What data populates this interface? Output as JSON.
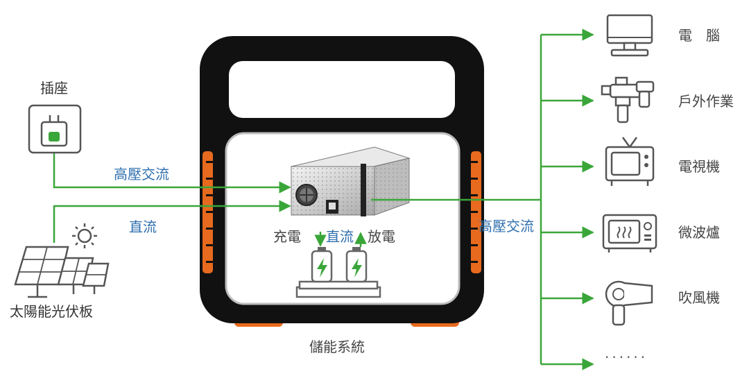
{
  "colors": {
    "line_green": "#3aa639",
    "label_blue": "#2f6fae",
    "case_black": "#111111",
    "accent_orange": "#e86a1e",
    "icon_grey": "#555555",
    "text_dark": "#333333"
  },
  "sources": {
    "socket": {
      "label": "插座",
      "icon": "wall-socket-icon"
    },
    "solar": {
      "label": "太陽能光伏板",
      "icon": "solar-panel-icon"
    }
  },
  "edges": {
    "ac_input": "高壓交流",
    "dc_input": "直流",
    "ac_output": "高壓交流"
  },
  "system": {
    "label": "儲能系統",
    "charge": "充電",
    "dc": "直流",
    "discharge": "放電",
    "module_icon": "inverter-module-icon",
    "battery_icon": "battery-pack-icon"
  },
  "loads": [
    {
      "label": "電　腦",
      "icon": "monitor-icon"
    },
    {
      "label": "戶外作業",
      "icon": "power-drill-icon"
    },
    {
      "label": "電視機",
      "icon": "tv-icon"
    },
    {
      "label": "微波爐",
      "icon": "microwave-icon"
    },
    {
      "label": "吹風機",
      "icon": "hair-dryer-icon"
    },
    {
      "label": "......",
      "icon": "ellipsis-icon"
    }
  ]
}
